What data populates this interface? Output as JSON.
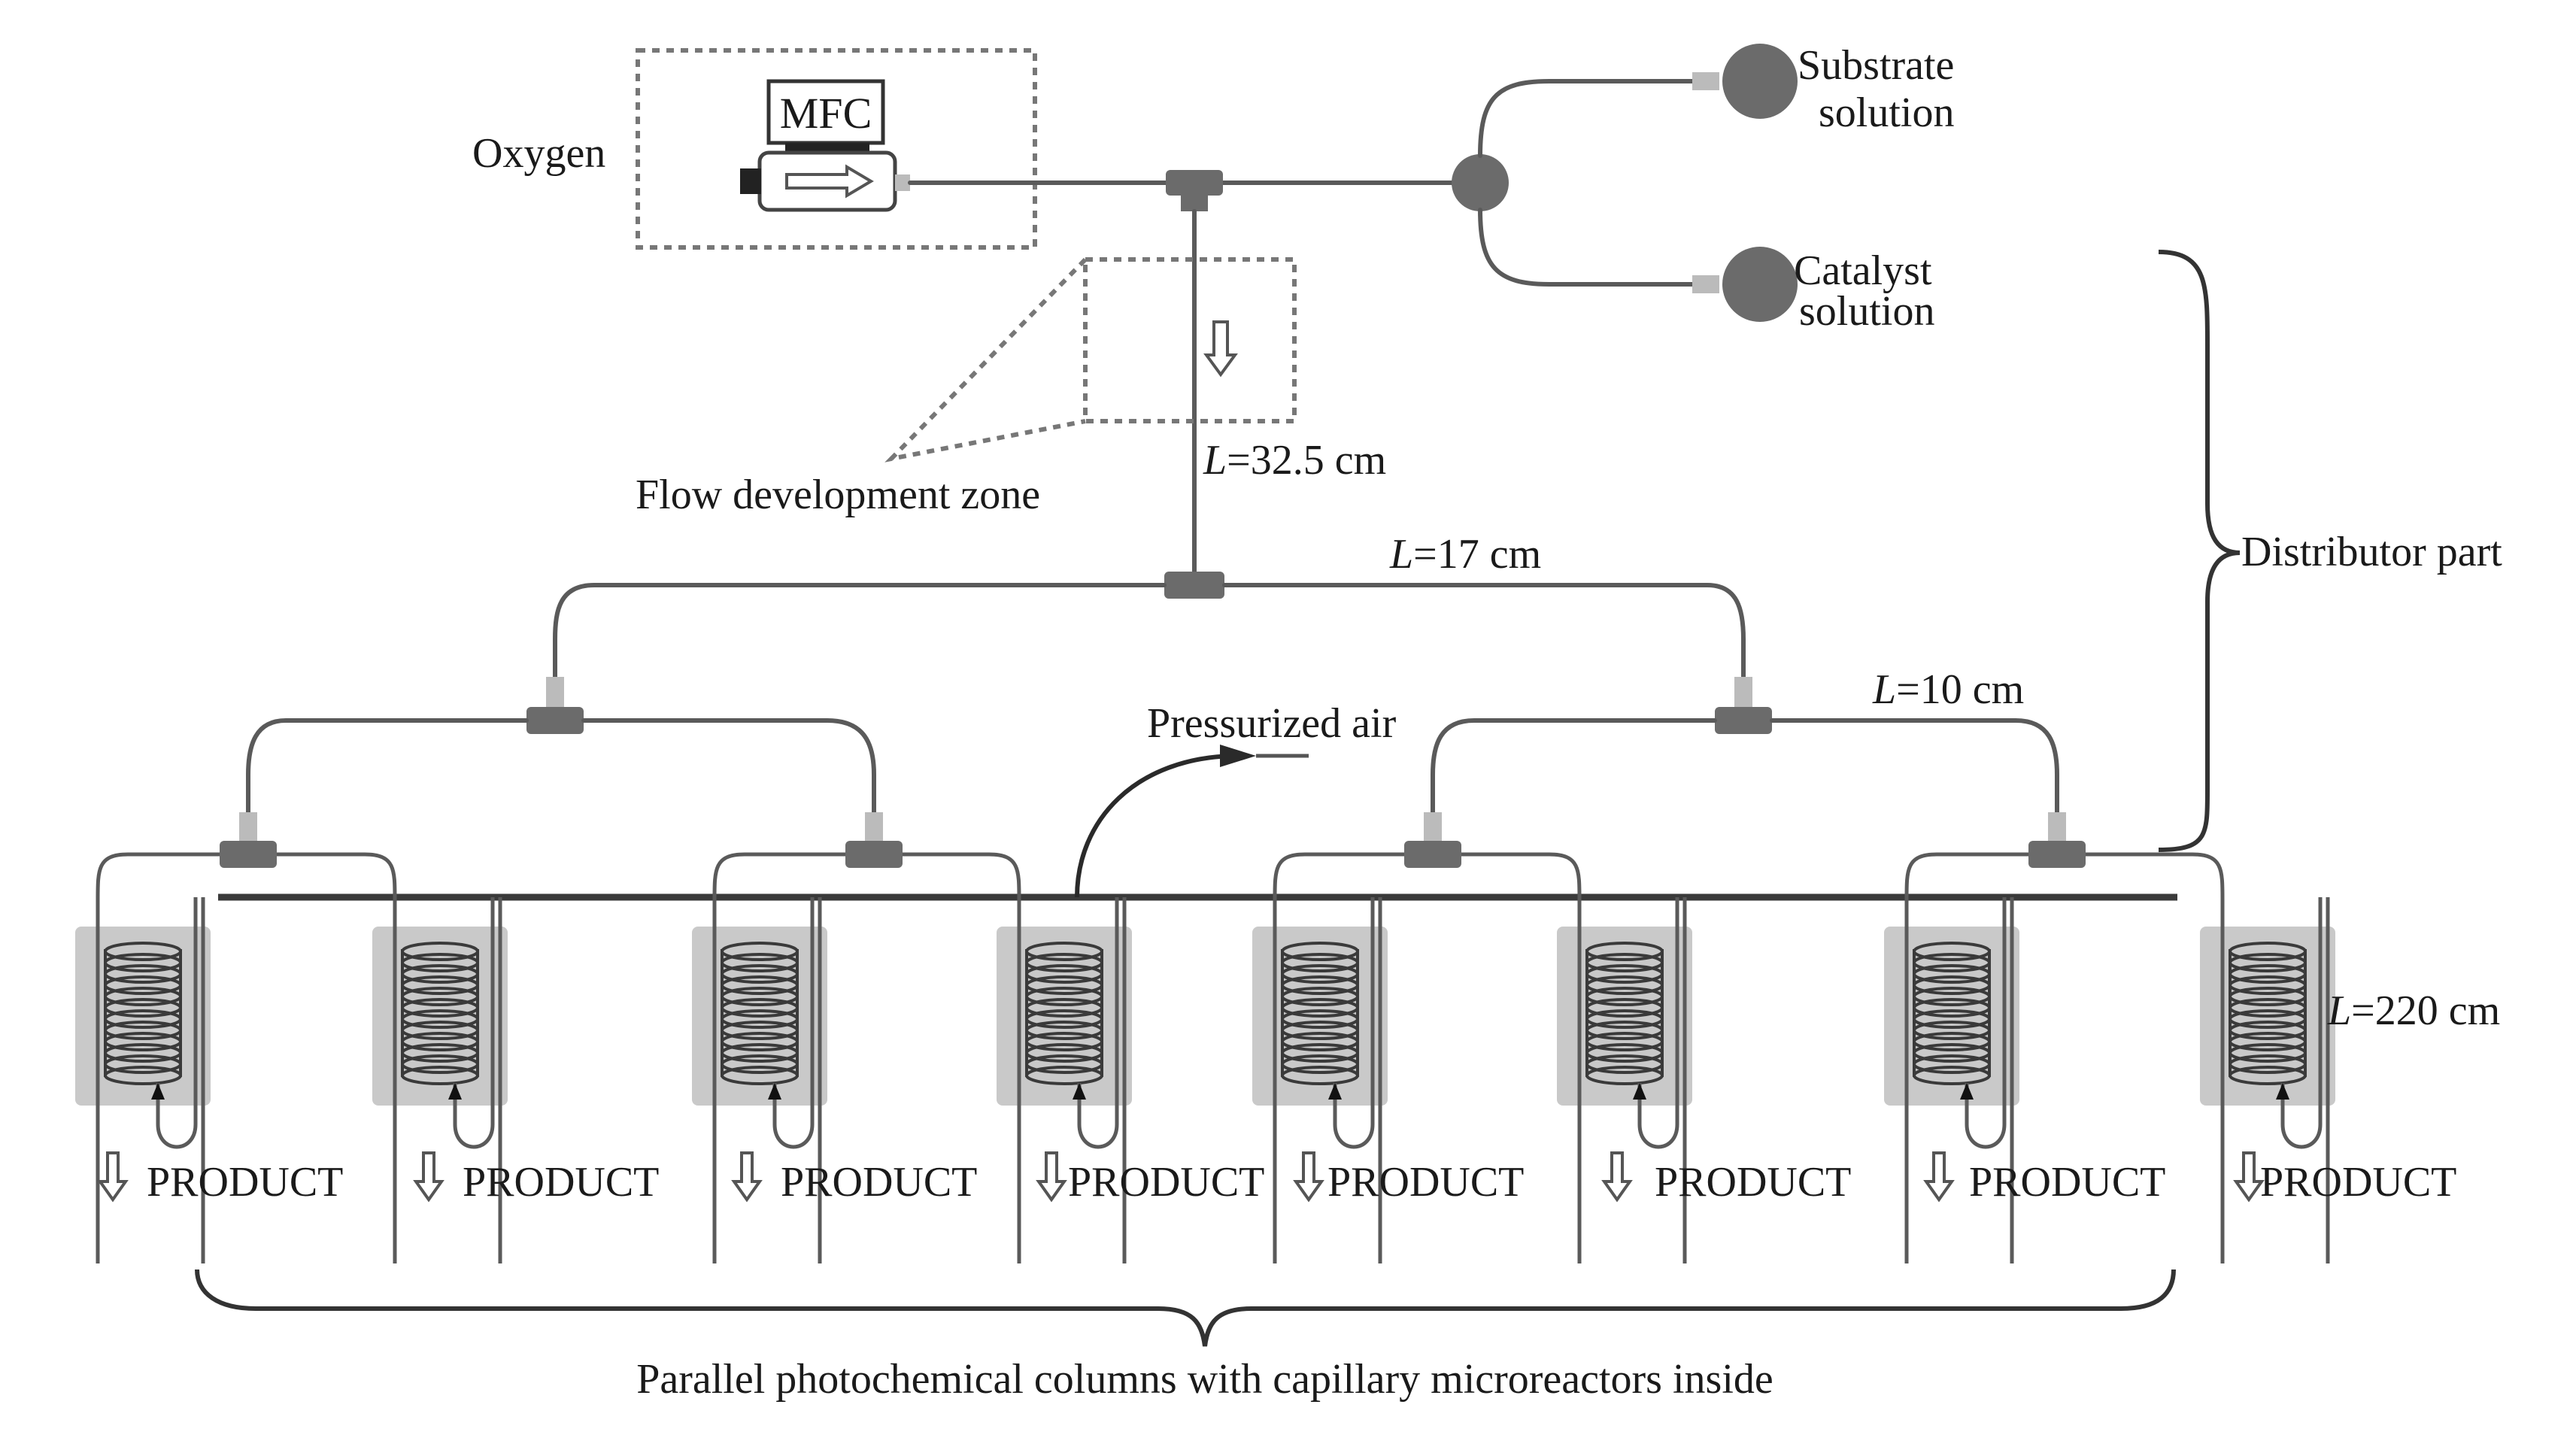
{
  "labels": {
    "oxygen": "Oxygen",
    "mfc": "MFC",
    "substrate_line1": "Substrate",
    "substrate_line2": "solution",
    "catalyst_line1": "Catalyst",
    "catalyst_line2": "solution",
    "flow_zone": "Flow development zone",
    "len_main_var": "L",
    "len_main_val": "=32.5 cm",
    "len_l1_var": "L",
    "len_l1_val": "=17 cm",
    "len_l2_var": "L",
    "len_l2_val": "=10 cm",
    "len_col_var": "L",
    "len_col_val": "=220 cm",
    "distributor": "Distributor part",
    "pressurized_air": "Pressurized air",
    "caption": "Parallel photochemical columns with capillary microreactors inside"
  },
  "products": [
    "PRODUCT",
    "PRODUCT",
    "PRODUCT",
    "PRODUCT",
    "PRODUCT",
    "PRODUCT",
    "PRODUCT",
    "PRODUCT"
  ],
  "colors": {
    "tube": "#5a5a5a",
    "connector": "#6b6b6b",
    "column_bg": "#c9c9c9",
    "coil": "#3a3a3a",
    "text": "#1a1a1a"
  }
}
